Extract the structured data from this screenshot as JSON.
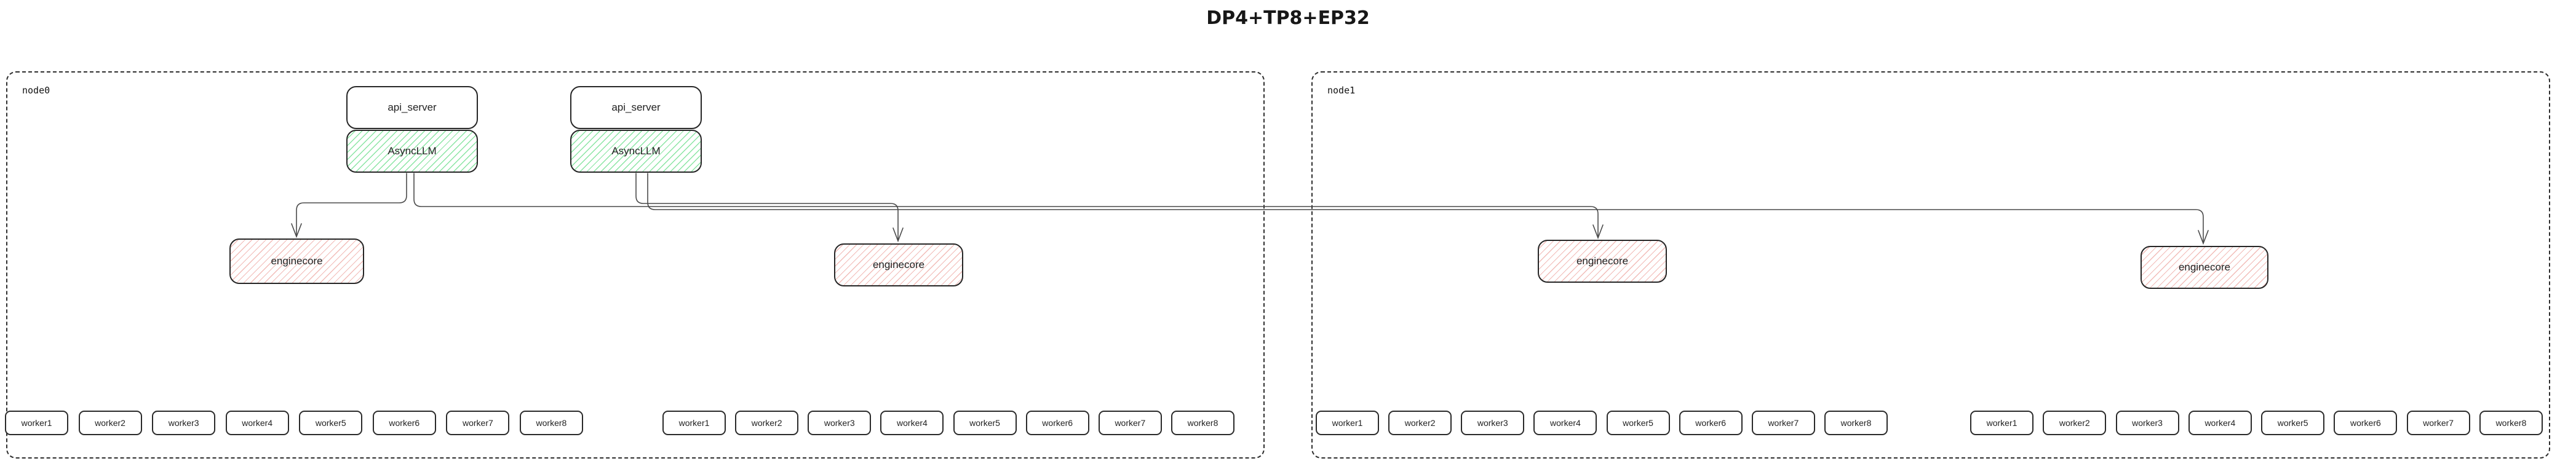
{
  "title": "DP4+TP8+EP32",
  "colors": {
    "background": "#ffffff",
    "box_border": "#262626",
    "cluster_border": "#2e2e2e",
    "edge": "#4a4a4a",
    "async_llm_hatch": "#8ae5a3",
    "enginecore_hatch": "#f2bcb8",
    "text": "#1d1d1d"
  },
  "nodes": [
    {
      "label": "node0"
    },
    {
      "label": "node1"
    }
  ],
  "labels": {
    "api_server": "api_server",
    "async_llm": "AsyncLLM",
    "enginecore": "enginecore"
  },
  "workers": [
    "worker1",
    "worker2",
    "worker3",
    "worker4",
    "worker5",
    "worker6",
    "worker7",
    "worker8"
  ]
}
